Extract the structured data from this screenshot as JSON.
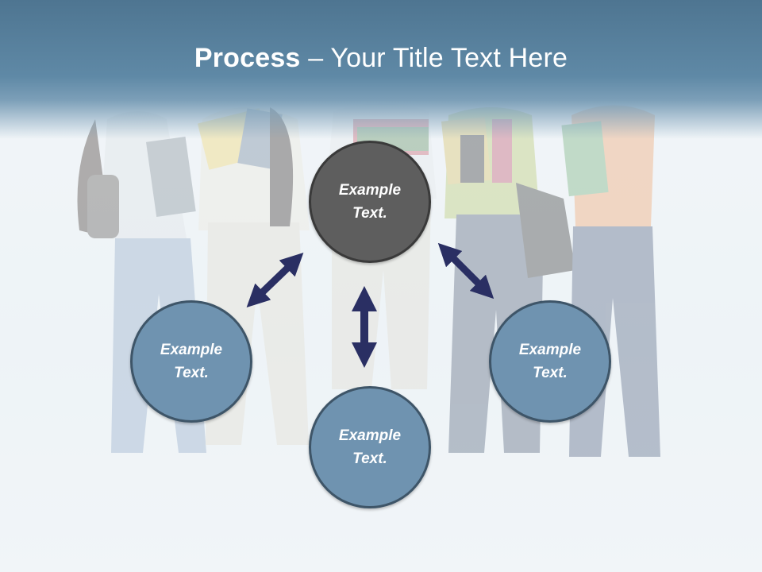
{
  "slide": {
    "title_bold": "Process",
    "title_rest": " – Your Title Text Here"
  },
  "nodes": {
    "top": "Example\nText.",
    "left": "Example\nText.",
    "bottom": "Example\nText.",
    "right": "Example\nText."
  },
  "colors": {
    "header": "#5f89a6",
    "node_blue": "#6f93b0",
    "node_gray": "#5e5e5e",
    "arrow": "#2a2f63"
  },
  "background": "faded photo of five students holding books and folders"
}
